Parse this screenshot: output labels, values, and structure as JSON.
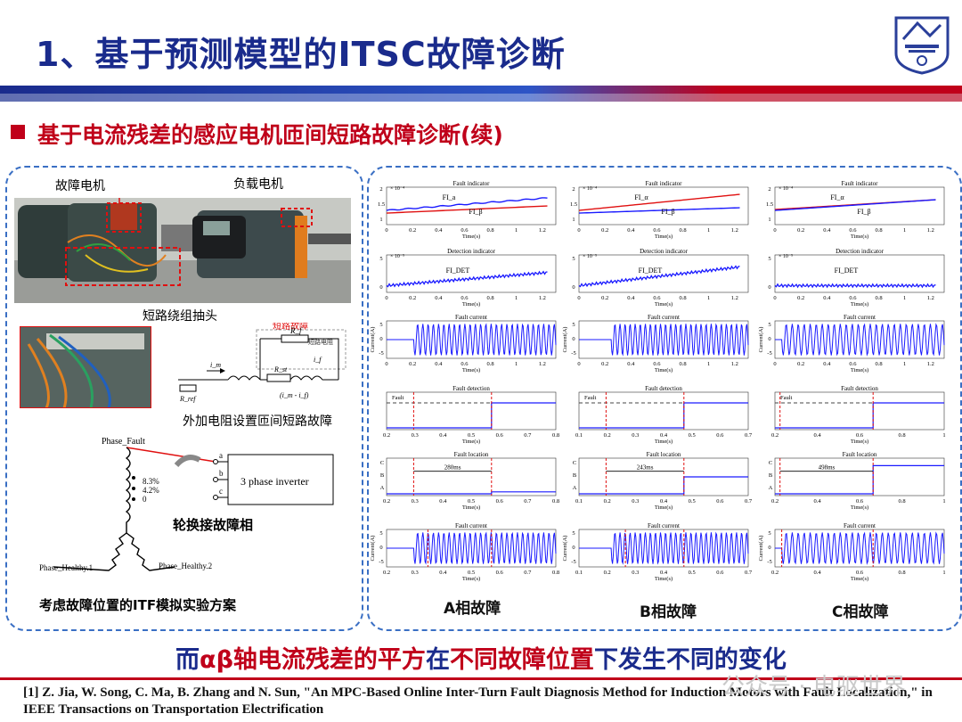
{
  "header": {
    "title": "1、基于预测模型的ITSC故障诊断",
    "subtitle": "基于电流残差的感应电机匝间短路故障诊断(续)"
  },
  "colors": {
    "title": "#1a2b8c",
    "accent_red": "#c0001a",
    "panel_border": "#3a6fc4",
    "signal_blue": "#1a1aff",
    "signal_red": "#e01010"
  },
  "left_panel": {
    "photo_labels": {
      "faulty_motor": "故障电机",
      "load_motor": "负载电机",
      "tap": "短路绕组抽头"
    },
    "circuit": {
      "fault_label": "短路故障",
      "resistor_label": "短路电阻",
      "caption": "外加电阻设置匝间短路故障",
      "r_f": "R_f",
      "i_m": "i_m",
      "i_f": "i_f",
      "r_stator": "R_st",
      "r_ref": "R_ref",
      "i_diff": "(i_m - i_f)"
    },
    "phase_diagram": {
      "phase_fault": "Phase_Fault",
      "percent1": "8.3%",
      "percent2": "4.2%",
      "percent3": "0",
      "inverter": "3 phase inverter",
      "terminals": [
        "a",
        "b",
        "c"
      ],
      "healthy1": "Phase_Healthy.1",
      "healthy2": "Phase_Healthy.2",
      "rotate_caption": "轮换接故障相"
    },
    "caption": "考虑故障位置的ITF模拟实验方案"
  },
  "right_panel": {
    "columns": [
      {
        "label": "A相故障",
        "fault_ms": "280ms",
        "fi_labels": [
          "FI_a",
          "FI_β"
        ],
        "det_label": "FI_DET"
      },
      {
        "label": "B相故障",
        "fault_ms": "243ms",
        "fi_labels": [
          "FI_α",
          "FI_β"
        ],
        "det_label": "FI_DET"
      },
      {
        "label": "C相故障",
        "fault_ms": "498ms",
        "fi_labels": [
          "FI_α",
          "FI_β"
        ],
        "det_label": "FI_DET"
      }
    ],
    "row_titles": [
      "Fault indicator",
      "Detection indicator",
      "Fault current",
      "Fault detection",
      "Fault location",
      "Fault current"
    ],
    "xlabel": "Time(s)",
    "ylabel_current": "Current(A)",
    "exp4": "× 10⁻⁴",
    "exp5": "× 10⁻⁵",
    "loc_ticks": [
      "C",
      "B",
      "A"
    ],
    "fault_tick": "Fault",
    "ticks_012": [
      "0",
      "0.2",
      "0.4",
      "0.6",
      "0.8",
      "1",
      "1.2"
    ],
    "ticks_det_a": [
      "0.2",
      "0.3",
      "0.4",
      "0.5",
      "0.6",
      "0.7",
      "0.8"
    ],
    "ticks_det_b": [
      "0.1",
      "0.2",
      "0.3",
      "0.4",
      "0.5",
      "0.6",
      "0.7"
    ],
    "ticks_det_c": [
      "0.2",
      "0.4",
      "0.6",
      "0.8",
      "1"
    ],
    "y_fi": [
      "2",
      "1.5",
      "1"
    ],
    "y_det": [
      "5",
      "0"
    ],
    "y_cur": [
      "5",
      "0",
      "-5"
    ]
  },
  "bottom": {
    "claim_part1": "而",
    "claim_part2": "αβ轴电流残差的平方",
    "claim_part3": "在",
    "claim_part4": "不同故障位置",
    "claim_part5": "下发生不同的变化"
  },
  "footer": {
    "reference": "[1] Z. Jia, W. Song, C. Ma, B. Zhang and N. Sun, \"An MPC-Based Online Inter-Turn Fault Diagnosis Method for Induction Motors with Fault Localization,\" in IEEE Transactions on Transportation Electrification",
    "watermark": "公众号 · 电驱世界"
  }
}
